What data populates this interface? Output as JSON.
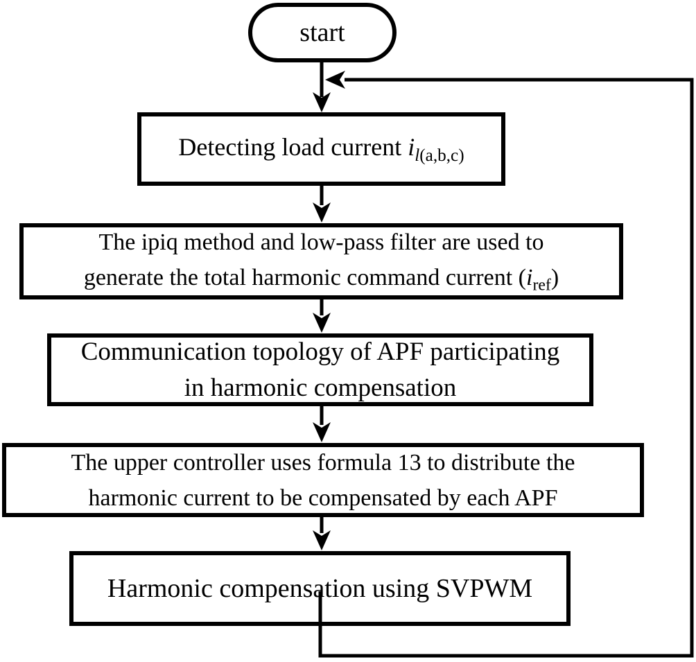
{
  "flowchart": {
    "start": {
      "label": "start"
    },
    "detect": {
      "prefix": "Detecting load current ",
      "var": "i",
      "sub_italic": "l",
      "sub_roman": "(a,b,c)"
    },
    "ipiq": {
      "line1": "The ipiq method and low-pass filter are used to",
      "line2_prefix": "generate the total harmonic command current (",
      "var": "i",
      "sub": "ref",
      "line2_suffix": ")"
    },
    "topology": {
      "line1": "Communication topology of APF participating",
      "line2": "in harmonic compensation"
    },
    "distribute": {
      "line1": "The upper controller uses formula 13 to distribute the",
      "line2": "harmonic current to be compensated by each APF"
    },
    "svpwm": {
      "label": "Harmonic compensation using SVPWM"
    },
    "colors": {
      "stroke": "#000000",
      "background": "#ffffff"
    }
  }
}
